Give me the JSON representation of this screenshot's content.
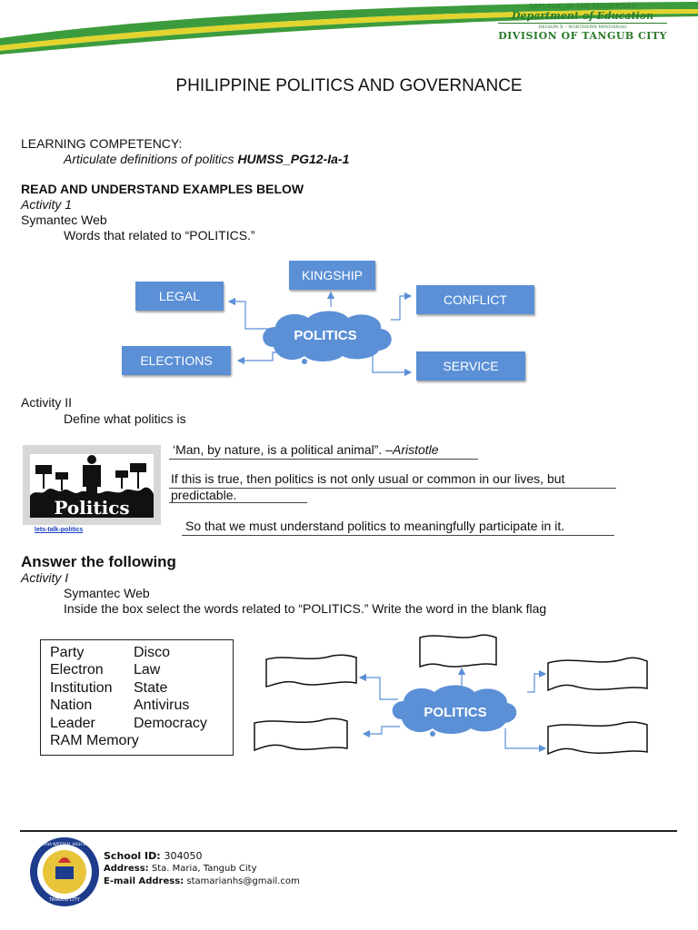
{
  "header": {
    "republic": "REPUBLIC OF THE PHILIPPINES",
    "department": "Department of Education",
    "region": "REGION X – NORTHERN MINDANAO",
    "division": "DIVISION OF TANGUB CITY",
    "green": "#3c9b3c",
    "yellow": "#e2d42e"
  },
  "title": "PHILIPPINE POLITICS AND GOVERNANCE",
  "competency": {
    "label": "LEARNING COMPETENCY:",
    "text": "Articulate definitions of politics",
    "code": "HUMSS_PG12-Ia-1"
  },
  "section1": {
    "heading": "READ AND UNDERSTAND EXAMPLES BELOW",
    "activity": "Activity 1",
    "subtitle": "Symantec Web",
    "instruction": "Words that related to “POLITICS.”"
  },
  "web1": {
    "center": "POLITICS",
    "nodes": {
      "legal": "LEGAL",
      "kingship": "KINGSHIP",
      "conflict": "CONFLICT",
      "elections": "ELECTIONS",
      "service": "SERVICE"
    },
    "box_color": "#5b8fd6"
  },
  "activity2": {
    "label": "Activity II",
    "instruction": "Define what politics is",
    "quote": "‘Man, by nature, is a political animal”. –",
    "quote_author": "Aristotle",
    "line2a": "If this is true, then politics is not only usual or common in our lives, but",
    "line2b": "predictable.",
    "line3": "So that we must understand politics to meaningfully participate in it.",
    "image_caption": "Politics",
    "image_link": "lets-talk-politics"
  },
  "section2": {
    "heading": "Answer the following",
    "activity": "Activity I",
    "subtitle": "Symantec Web",
    "instruction": "Inside the box select the words related to “POLITICS.” Write the word in the blank flag"
  },
  "word_box": {
    "col1": [
      "Party",
      "Electron",
      "Institution",
      "Nation",
      "Leader",
      "RAM Memory"
    ],
    "col2": [
      "Disco",
      "Law",
      "State",
      "Antivirus",
      "Democracy"
    ]
  },
  "web2": {
    "center": "POLITICS"
  },
  "footer": {
    "school_id_label": "School ID:",
    "school_id": "304050",
    "address_label": "Address:",
    "address": "Sta. Maria, Tangub City",
    "email_label": "E-mail Address:",
    "email": "stamarianhs@gmail.com",
    "seal_text": "STA. MARIA NATIONAL HIGH SCHOOL",
    "seal_bottom": "TANGUB CITY"
  }
}
